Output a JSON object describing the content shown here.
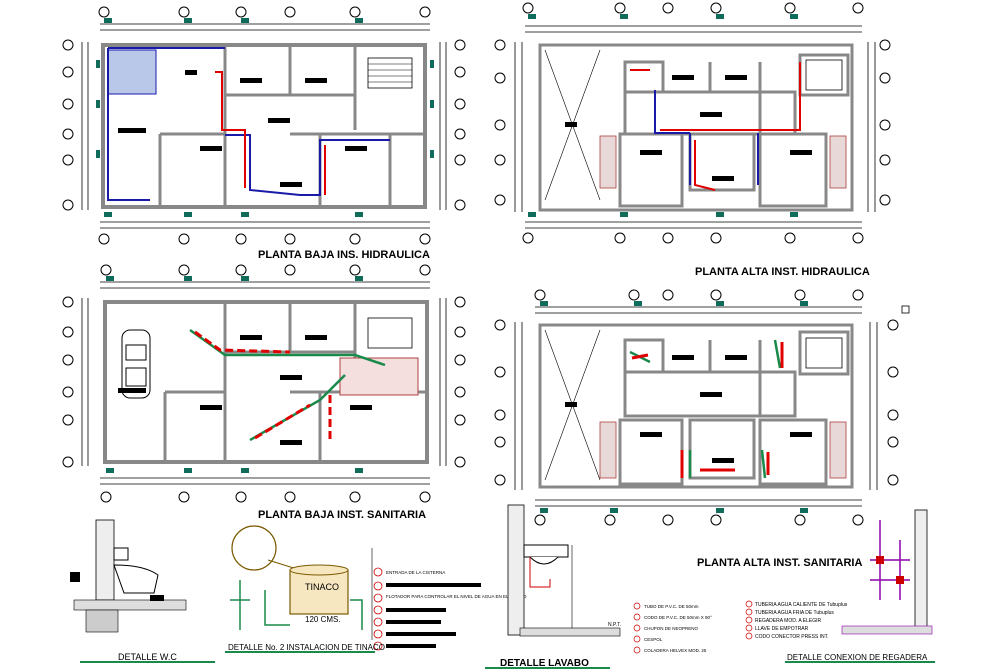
{
  "plans": [
    {
      "title": "PLANTA BAJA INS. HIDRAULICA"
    },
    {
      "title": "PLANTA ALTA INST. HIDRAULICA"
    },
    {
      "title": "PLANTA BAJA INST. SANITARIA"
    },
    {
      "title": "PLANTA ALTA INST. SANITARIA"
    }
  ],
  "details": {
    "wc": "DETALLE W.C",
    "tinaco": "DETALLE No. 2 INSTALACION DE TINACO",
    "tinaco_tank": "TINACO",
    "tinaco_dim": "120 CMS.",
    "lavabo": "DETALLE LAVABO",
    "regadera": "DETALLE CONEXION DE REGADERA",
    "npt": "N.P.T."
  },
  "tinaco_notes": [
    "ENTRADA DE LA CISTERNA",
    "FLOTADOR PARA CONTROLAR EL NIVEL DE AGUA EN EL TINACO"
  ],
  "lavabo_legend": [
    {
      "n": "1",
      "text": "TUBO DE P.V.C. DE 50mm"
    },
    {
      "n": "2",
      "text": "CODO DE P.V.C. DE 50mm X 90°"
    },
    {
      "n": "3",
      "text": "CHUPON DE NEOPRENO"
    },
    {
      "n": "4",
      "text": "CESPOL"
    },
    {
      "n": "5",
      "text": "COLADERA HELVEX MOD. 25"
    }
  ],
  "regadera_legend": [
    {
      "n": "1",
      "text": "TUBERIA AGUA CALIENTE DE Tubuplus"
    },
    {
      "n": "2",
      "text": "TUBERIA AGUA FRIA DE Tubuplus"
    },
    {
      "n": "3",
      "text": "REGADERA MOD. A ELEGIR"
    },
    {
      "n": "4",
      "text": "LLAVE DE EMPOTRAR"
    },
    {
      "n": "5",
      "text": "CODO CONECTOR PRESS INT."
    }
  ],
  "colors": {
    "wall": "#888888",
    "hot_pipe": "#e00000",
    "cold_pipe": "#1a1aa8",
    "sanitary": "#1a8a4a",
    "teal": "#0f6b5a",
    "hatch": "#b04040",
    "purple": "#8a00aa"
  }
}
